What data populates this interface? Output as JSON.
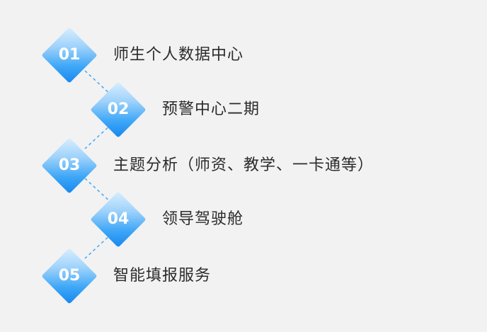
{
  "steps": [
    {
      "number": "01",
      "label": "师生个人数据中心"
    },
    {
      "number": "02",
      "label": "预警中心二期"
    },
    {
      "number": "03",
      "label": "主题分析（师资、教学、一卡通等）"
    },
    {
      "number": "04",
      "label": "领导驾驶舱"
    },
    {
      "number": "05",
      "label": "智能填报服务"
    }
  ],
  "colors": {
    "background": "#f2f2f2",
    "diamond_light": "#d8eefe",
    "diamond_dark": "#1787ef",
    "connector": "#3ea7f7",
    "text": "#2b2b2b"
  }
}
